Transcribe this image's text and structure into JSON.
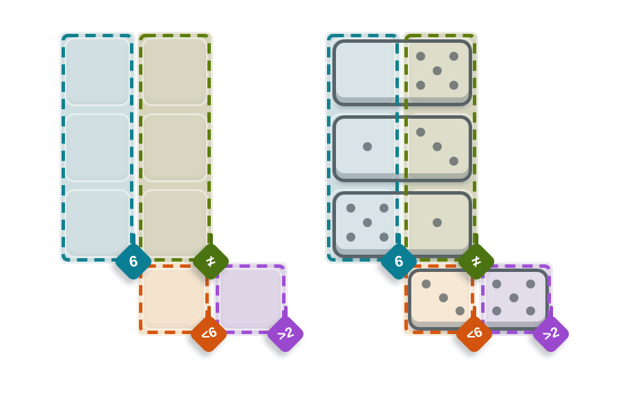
{
  "colors": {
    "background": "#ffffff",
    "teal": {
      "dash": "#12818f",
      "fill": "#cfdee1",
      "diamond": "#0c7e94"
    },
    "olive": {
      "dash": "#5e7e0a",
      "fill": "#d6d4bd",
      "diamond": "#4c7311"
    },
    "orange": {
      "dash": "#da5710",
      "fill": "#f4e3cb",
      "diamond": "#d2540e"
    },
    "purple": {
      "dash": "#9f50d6",
      "fill": "#ddd3e6",
      "diamond": "#9a49cf"
    },
    "domino_border": "#37434b",
    "pip": "#39444b",
    "label_text": "#ffffff"
  },
  "constraints": [
    {
      "key": "teal",
      "label": "6"
    },
    {
      "key": "olive",
      "label": "≠"
    },
    {
      "key": "orange",
      "label": "<6"
    },
    {
      "key": "purple",
      "label": ">2"
    }
  ],
  "boards": [
    {
      "id": "left-board",
      "state": "empty",
      "dominoes": []
    },
    {
      "id": "right-board",
      "state": "filled",
      "dominoes": [
        {
          "row": 0,
          "pips": [
            0,
            5
          ]
        },
        {
          "row": 1,
          "pips": [
            1,
            3
          ]
        },
        {
          "row": 2,
          "pips": [
            5,
            1
          ]
        },
        {
          "row": 3,
          "pips": [
            3,
            5
          ]
        }
      ]
    }
  ]
}
